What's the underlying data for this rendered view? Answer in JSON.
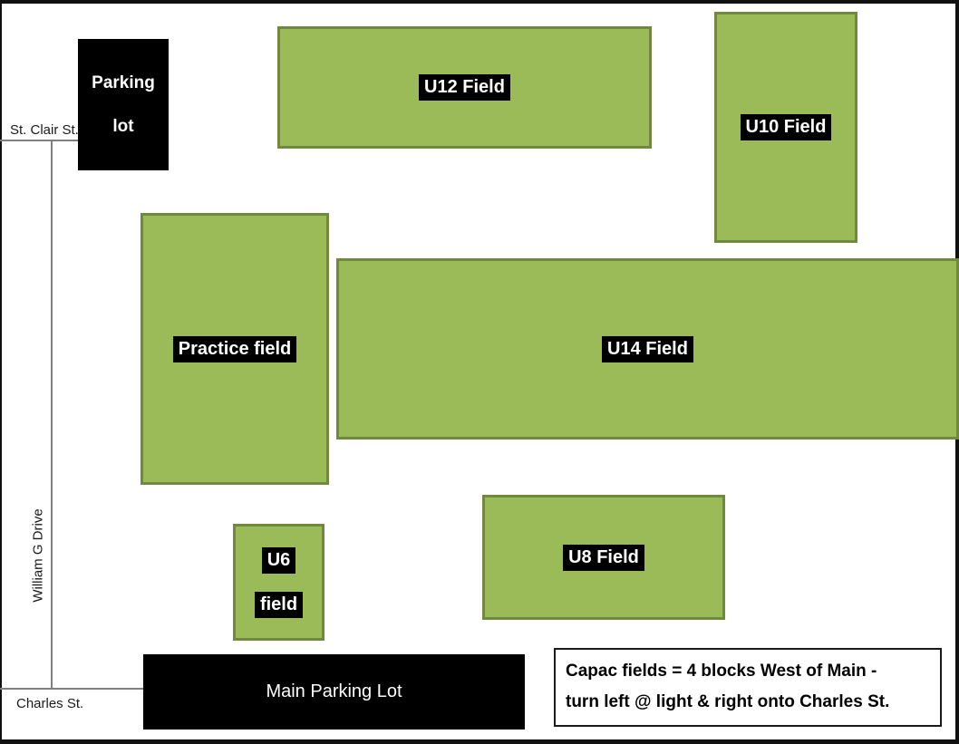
{
  "colors": {
    "field-fill": "#9bbb59",
    "field-border": "#71893f",
    "road": "#7f7f7f",
    "label-bg": "#000000",
    "label-text": "#ffffff",
    "page-border": "#111111",
    "note-text": "#000000"
  },
  "streets": {
    "st_clair": "St. Clair St.",
    "william_g": "William G Drive",
    "charles": "Charles St."
  },
  "parking": {
    "small_line1": "Parking",
    "small_line2": "lot",
    "main": "Main Parking Lot"
  },
  "fields": {
    "u12": "U12 Field",
    "u10": "U10 Field",
    "practice": "Practice field",
    "u14": "U14 Field",
    "u8": "U8 Field",
    "u6_line1": "U6",
    "u6_line2": "field"
  },
  "note": {
    "line1": "Capac fields = 4 blocks West of Main -",
    "line2": "turn left @ light & right onto Charles St."
  }
}
